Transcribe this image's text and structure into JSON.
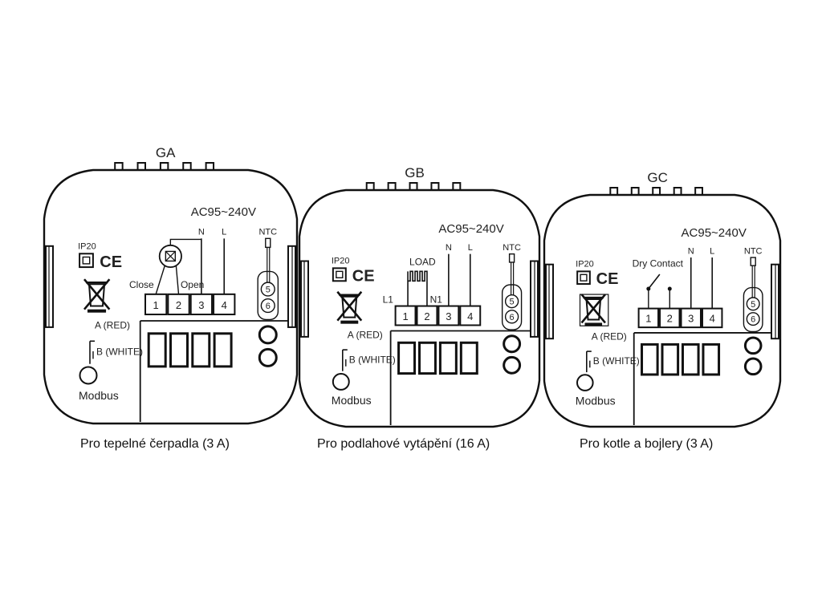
{
  "units": [
    {
      "title": "GA",
      "voltage": "AC95~240V",
      "terminal_n": "N",
      "terminal_l": "L",
      "ntc": "NTC",
      "ntc_pins": [
        "5",
        "6"
      ],
      "ip_rating": "IP20",
      "ce_mark": "CE",
      "terminals": [
        "1",
        "2",
        "3",
        "4"
      ],
      "load_labels": {
        "left": "Close",
        "right": "Open"
      },
      "load_symbol": "valve-motor-icon",
      "modbus_a": "A (RED)",
      "modbus_b": "B (WHITE)",
      "modbus": "Modbus",
      "caption": "Pro tepelné čerpadla (3 A)"
    },
    {
      "title": "GB",
      "voltage": "AC95~240V",
      "terminal_n": "N",
      "terminal_l": "L",
      "ntc": "NTC",
      "ntc_pins": [
        "5",
        "6"
      ],
      "ip_rating": "IP20",
      "ce_mark": "CE",
      "terminals": [
        "1",
        "2",
        "3",
        "4"
      ],
      "load_labels": {
        "top": "LOAD",
        "left": "L1",
        "right": "N1"
      },
      "load_symbol": "heating-element-icon",
      "modbus_a": "A (RED)",
      "modbus_b": "B (WHITE)",
      "modbus": "Modbus",
      "caption": "Pro podlahové vytápění (16 A)"
    },
    {
      "title": "GC",
      "voltage": "AC95~240V",
      "terminal_n": "N",
      "terminal_l": "L",
      "ntc": "NTC",
      "ntc_pins": [
        "5",
        "6"
      ],
      "ip_rating": "IP20",
      "ce_mark": "CE",
      "terminals": [
        "1",
        "2",
        "3",
        "4"
      ],
      "load_labels": {
        "top": "Dry Contact"
      },
      "load_symbol": "dry-contact-switch-icon",
      "modbus_a": "A (RED)",
      "modbus_b": "B (WHITE)",
      "modbus": "Modbus",
      "caption": "Pro kotle a bojlery (3 A)"
    }
  ],
  "colors": {
    "line": "#111111",
    "text": "#222222"
  }
}
